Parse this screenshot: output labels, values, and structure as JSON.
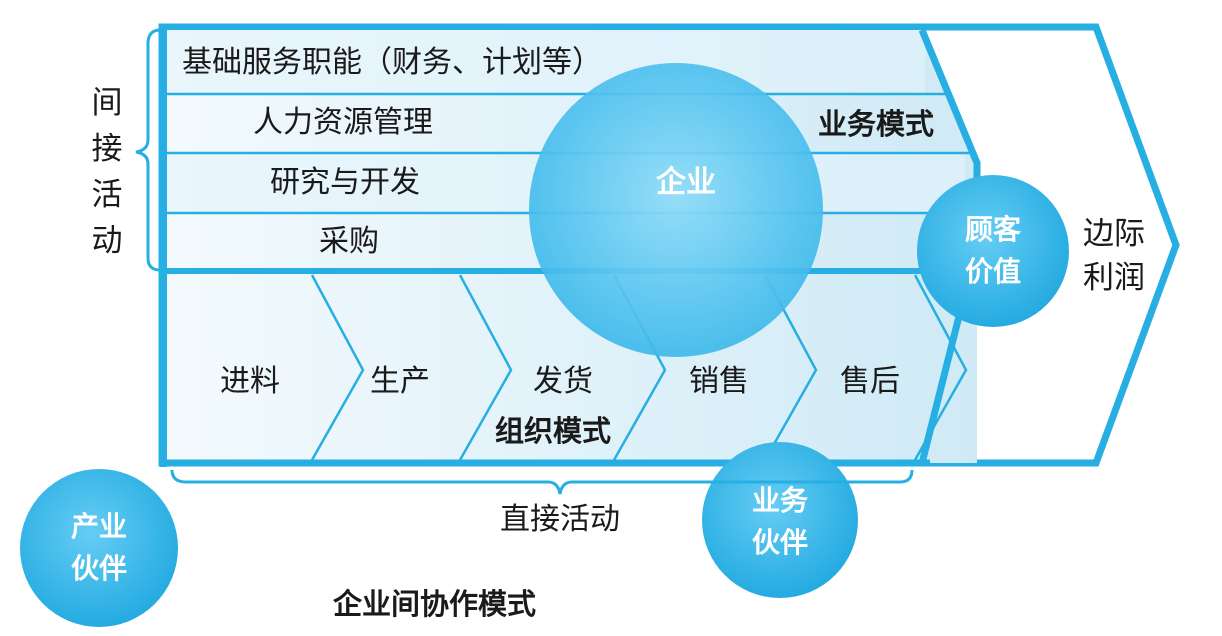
{
  "indirect_activities": {
    "label": "间接活动",
    "rows": [
      "基础服务职能（财务、计划等）",
      "人力资源管理",
      "研究与开发",
      "采购"
    ]
  },
  "direct_activities": {
    "label": "直接活动",
    "steps": [
      "进料",
      "生产",
      "发货",
      "销售",
      "售后"
    ]
  },
  "labels": {
    "business_model": "业务模式",
    "org_model": "组织模式",
    "enterprise": "企业",
    "margin": [
      "边际",
      "利润"
    ],
    "customer_value": [
      "顾客",
      "价值"
    ],
    "business_partner": [
      "业务",
      "伙伴"
    ],
    "industry_partner": [
      "产业",
      "伙伴"
    ],
    "caption": "企业间协作模式"
  },
  "colors": {
    "frame": "#27aee3",
    "fill_light": "#e6f5fb",
    "fill_band": "#d5eef8",
    "circle": "#4cc0ee",
    "circle_dark": "#1fa8e0"
  }
}
